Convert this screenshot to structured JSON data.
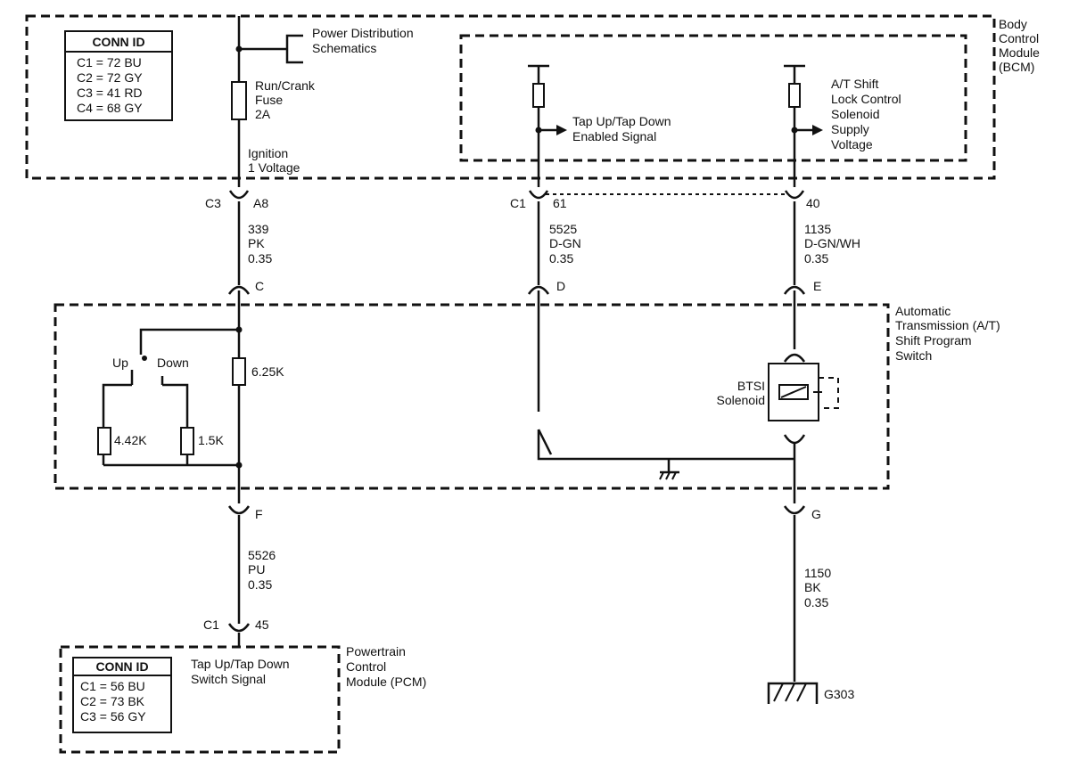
{
  "bcm": {
    "label": [
      "Body",
      "Control",
      "Module",
      "(BCM)"
    ],
    "conn_title": "CONN ID",
    "conn": [
      "C1 = 72 BU",
      "C2 = 72 GY",
      "C3 = 41 RD",
      "C4 = 68 GY"
    ],
    "power_dist": [
      "Power Distribution",
      "Schematics"
    ],
    "fuse": [
      "Run/Crank",
      "Fuse",
      "2A"
    ],
    "ignition": [
      "Ignition",
      "1 Voltage"
    ],
    "tap_signal": [
      "Tap Up/Tap Down",
      "Enabled Signal"
    ],
    "shift_lock": [
      "A/T Shift",
      "Lock Control",
      "Solenoid",
      "Supply",
      "Voltage"
    ]
  },
  "connectors": {
    "c3": "C3",
    "a8": "A8",
    "c1_top": "C1",
    "p61": "61",
    "p40": "40",
    "c": "C",
    "d": "D",
    "e": "E",
    "f": "F",
    "g": "G",
    "c1_bottom": "C1",
    "p45": "45"
  },
  "wires": {
    "w339": [
      "339",
      "PK",
      "0.35"
    ],
    "w5525": [
      "5525",
      "D-GN",
      "0.35"
    ],
    "w1135": [
      "1135",
      "D-GN/WH",
      "0.35"
    ],
    "w5526": [
      "5526",
      "PU",
      "0.35"
    ],
    "w1150": [
      "1150",
      "BK",
      "0.35"
    ]
  },
  "switch": {
    "label": [
      "Automatic",
      "Transmission (A/T)",
      "Shift Program",
      "Switch"
    ],
    "up": "Up",
    "down": "Down",
    "r1": "6.25K",
    "r2": "4.42K",
    "r3": "1.5K",
    "solenoid": [
      "BTSI",
      "Solenoid"
    ]
  },
  "pcm": {
    "label": [
      "Powertrain",
      "Control",
      "Module (PCM)"
    ],
    "conn_title": "CONN ID",
    "conn": [
      "C1 = 56 BU",
      "C2 = 73 BK",
      "C3 = 56 GY"
    ],
    "signal": [
      "Tap Up/Tap Down",
      "Switch Signal"
    ]
  },
  "ground": {
    "label": "G303"
  }
}
